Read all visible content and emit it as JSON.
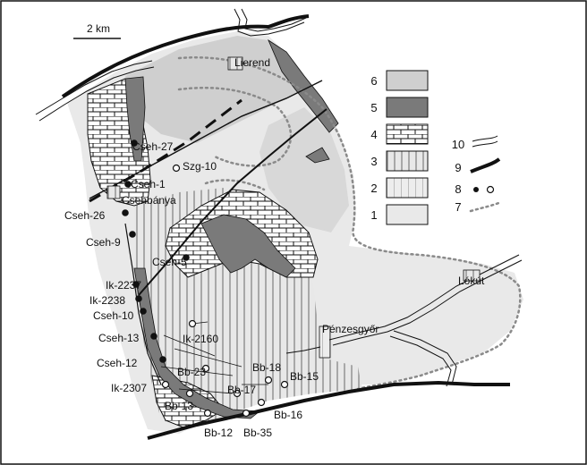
{
  "scale": {
    "label": "2 km"
  },
  "towns": [
    {
      "name": "Lierend"
    },
    {
      "name": "Csehbánya"
    },
    {
      "name": "Pénzesgyőr"
    },
    {
      "name": "Lókút"
    }
  ],
  "wells": [
    {
      "name": "Cseh-27",
      "type": "filled"
    },
    {
      "name": "Szg-10",
      "type": "open"
    },
    {
      "name": "Cseh-1",
      "type": "filled"
    },
    {
      "name": "Cseh-26",
      "type": "filled"
    },
    {
      "name": "Cseh-9",
      "type": "filled"
    },
    {
      "name": "Cseh-5",
      "type": "filled"
    },
    {
      "name": "Ik-2237",
      "type": "filled"
    },
    {
      "name": "Ik-2238",
      "type": "filled"
    },
    {
      "name": "Cseh-10",
      "type": "filled"
    },
    {
      "name": "Cseh-13",
      "type": "filled"
    },
    {
      "name": "Ik-2160",
      "type": "open"
    },
    {
      "name": "Cseh-12",
      "type": "filled"
    },
    {
      "name": "Bb-23",
      "type": "open"
    },
    {
      "name": "Bb-18",
      "type": "open"
    },
    {
      "name": "Bb-15",
      "type": "open"
    },
    {
      "name": "Ik-2307",
      "type": "open"
    },
    {
      "name": "Bb-17",
      "type": "open"
    },
    {
      "name": "Bb-13",
      "type": "open"
    },
    {
      "name": "Bb-16",
      "type": "open"
    },
    {
      "name": "Bb-12",
      "type": "open"
    },
    {
      "name": "Bb-35",
      "type": "open"
    }
  ],
  "legend": [
    {
      "key": "6",
      "kind": "fill",
      "color": "#cfcfcf"
    },
    {
      "key": "5",
      "kind": "fill",
      "color": "#7a7a7a"
    },
    {
      "key": "4",
      "kind": "brick",
      "color": "#ffffff"
    },
    {
      "key": "3",
      "kind": "vstripes",
      "color": "#e8e8e8"
    },
    {
      "key": "2",
      "kind": "vstripes-light",
      "color": "#ededed"
    },
    {
      "key": "1",
      "kind": "fill",
      "color": "#e9e9e9"
    },
    {
      "key": "10",
      "kind": "river"
    },
    {
      "key": "9",
      "kind": "fault"
    },
    {
      "key": "8",
      "kind": "wells"
    },
    {
      "key": "7",
      "kind": "dotted-boundary"
    }
  ]
}
